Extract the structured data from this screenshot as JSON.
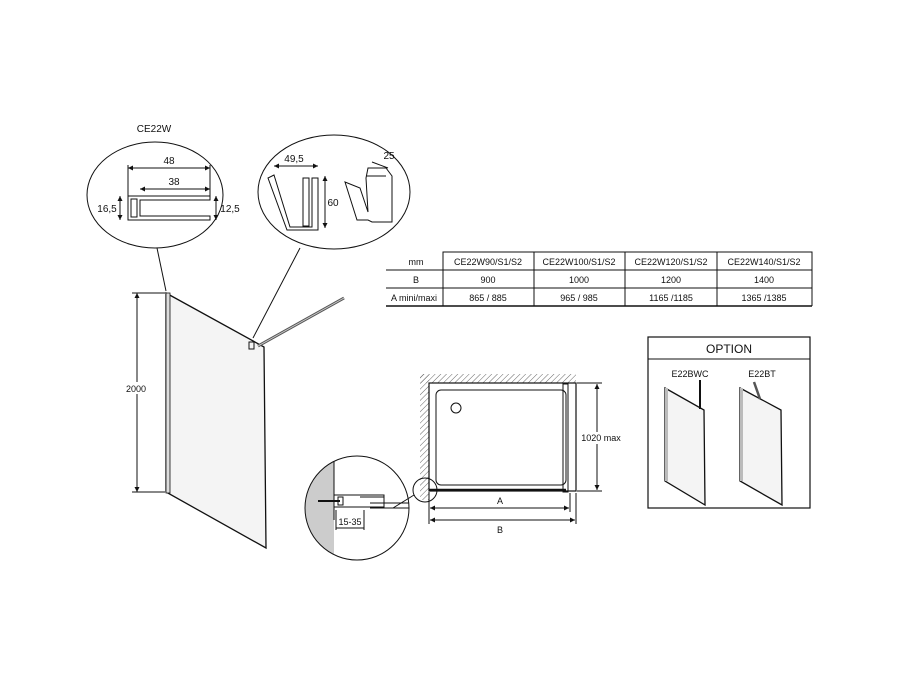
{
  "product": {
    "model_label": "CE22W",
    "panel_height": "2000"
  },
  "profile_detail": {
    "width_outer": "48",
    "width_inner": "38",
    "height_left": "16,5",
    "height_right": "12,5"
  },
  "clip_detail": {
    "width": "49,5",
    "height": "60",
    "depth": "25"
  },
  "table": {
    "headers": [
      "mm",
      "CE22W90/S1/S2",
      "CE22W100/S1/S2",
      "CE22W120/S1/S2",
      "CE22W140/S1/S2"
    ],
    "rows": [
      [
        "B",
        "900",
        "1000",
        "1200",
        "1400"
      ],
      [
        "A mini/maxi",
        "865 / 885",
        "965 / 985",
        "1165 /1185",
        "1365 /1385"
      ]
    ]
  },
  "plan_view": {
    "depth_label": "1020 max",
    "dim_a": "A",
    "dim_b": "B",
    "wall_gap": "15-35"
  },
  "option": {
    "title": "OPTION",
    "items": [
      "E22BWC",
      "E22BT"
    ]
  }
}
